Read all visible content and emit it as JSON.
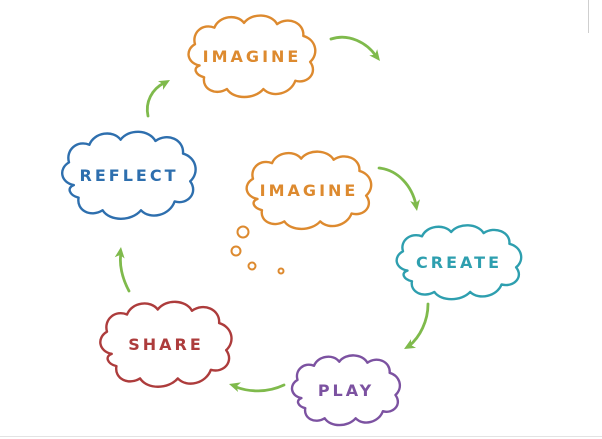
{
  "diagram": {
    "background": "#ffffff",
    "arrow_color": "#7fba4c",
    "nodes": [
      {
        "id": "imagine-top",
        "label": "IMAGINE",
        "color": "#dd8a2f"
      },
      {
        "id": "reflect",
        "label": "REFLECT",
        "color": "#2e6fae"
      },
      {
        "id": "imagine-center",
        "label": "IMAGINE",
        "color": "#dd8a2f"
      },
      {
        "id": "create",
        "label": "CREATE",
        "color": "#2e9faf"
      },
      {
        "id": "play",
        "label": "PLAY",
        "color": "#7c52a1"
      },
      {
        "id": "share",
        "label": "SHARE",
        "color": "#ad3c3c"
      }
    ]
  }
}
